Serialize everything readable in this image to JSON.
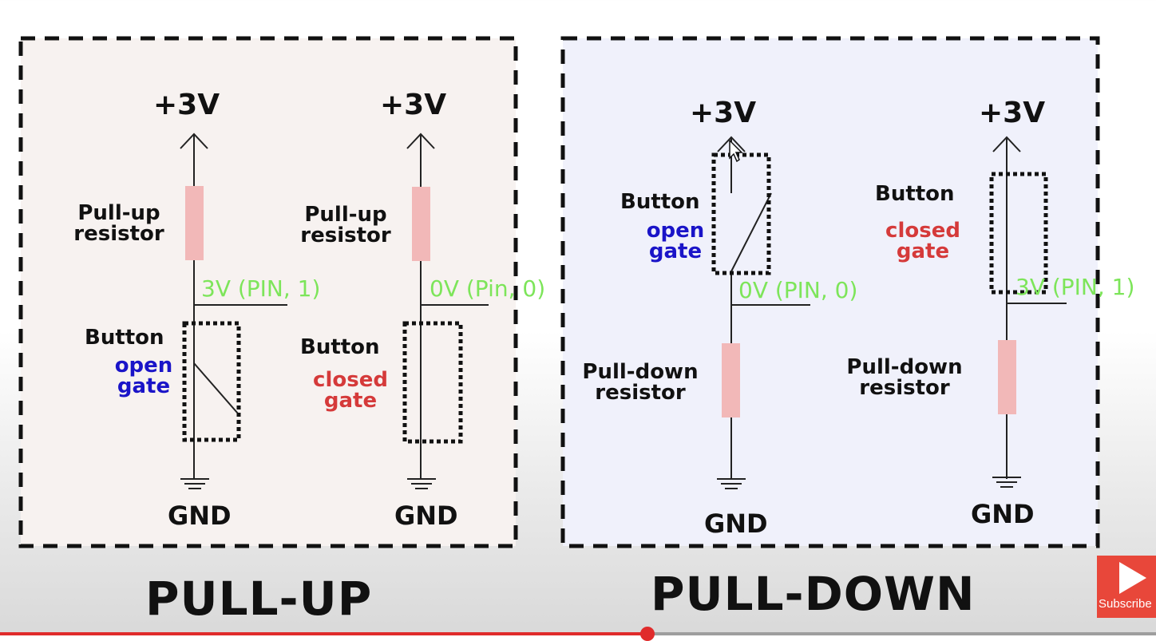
{
  "panels": {
    "pullup": {
      "title": "PULL-UP",
      "left": {
        "voltage": "+3V",
        "resistor_label": [
          "Pull-up",
          "resistor"
        ],
        "pin_label": "3V (PIN, 1)",
        "button_label": "Button",
        "state": [
          "open",
          "gate"
        ],
        "ground": "GND"
      },
      "right": {
        "voltage": "+3V",
        "resistor_label": [
          "Pull-up",
          "resistor"
        ],
        "pin_label": "0V (Pin, 0)",
        "button_label": "Button",
        "state": [
          "closed",
          "gate"
        ],
        "ground": "GND"
      }
    },
    "pulldown": {
      "title": "PULL-DOWN",
      "left": {
        "voltage": "+3V",
        "button_label": "Button",
        "state": [
          "open",
          "gate"
        ],
        "pin_label": "0V (PIN, 0)",
        "resistor_label": [
          "Pull-down",
          "resistor"
        ],
        "ground": "GND"
      },
      "right": {
        "voltage": "+3V",
        "button_label": "Button",
        "state": [
          "closed",
          "gate"
        ],
        "pin_label": "3V (PIN, 1)",
        "resistor_label": [
          "Pull-down",
          "resistor"
        ],
        "ground": "GND"
      }
    }
  },
  "colors": {
    "pullup_bg": "#f7f2f0",
    "pulldown_bg": "#f0f1fb",
    "resistor": "#f2b8b8",
    "pin_label": "#7de55a",
    "open_text": "#1a14c8",
    "closed_text": "#d53a3a",
    "subscribe_bg": "#e8473a",
    "progress": "#e02b2b"
  },
  "player": {
    "subscribe_label": "Subscribe",
    "subscribe_icon": "play-icon",
    "progress": 0.56
  }
}
